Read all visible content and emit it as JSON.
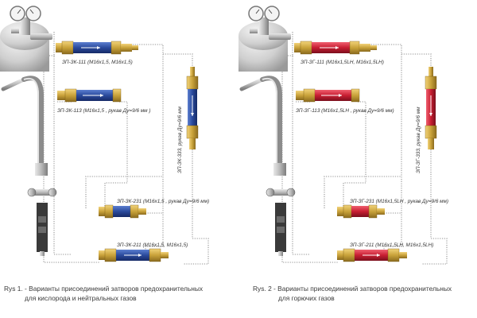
{
  "colors": {
    "oxygen_valve": "#2a4a9c",
    "fuel_valve": "#c81e32",
    "brass": "#c9a23a",
    "hose": "#bcbcbc",
    "cylinder": "#d0d0d0"
  },
  "figure1": {
    "labels": {
      "v111": "ЗП-ЗК-111 (М16х1,5, М16х1,5)",
      "v113": "ЗП-ЗК-113 (М16х1,5 , рукав Ду=9/6 мм )",
      "v333": "ЗП-ЗК-333, рукав Ду=9/6 мм",
      "v231": "ЗП-ЗК-231 (М16х1,5 , рукав Ду=9/6 мм)",
      "v211": "ЗП-ЗК-211 (М16х1,5, М16х1,5)"
    },
    "caption_line1": "Rys 1. - Варианты присоединений затворов предохранительных",
    "caption_line2": "для кислорода и нейтральных газов"
  },
  "figure2": {
    "labels": {
      "v111": "ЗП-ЗГ-111 (М16х1,5LH, М16х1,5LH)",
      "v113": "ЗП-ЗГ-113 (М16х1,5LH , рукав Ду=9/6 мм)",
      "v333": "ЗП-ЗГ-333, рукав Ду=9/6 мм",
      "v231": "ЗП-ЗГ-231 (М16х1,5LH , рукав Ду=9/6 мм)",
      "v211": "ЗП-ЗГ-211 (М16х1,5LH, М16х1,5LH)"
    },
    "caption_line1": "Rys. 2 - Варианты присоединений затворов предохранительных",
    "caption_line2": "для горючих газов"
  }
}
